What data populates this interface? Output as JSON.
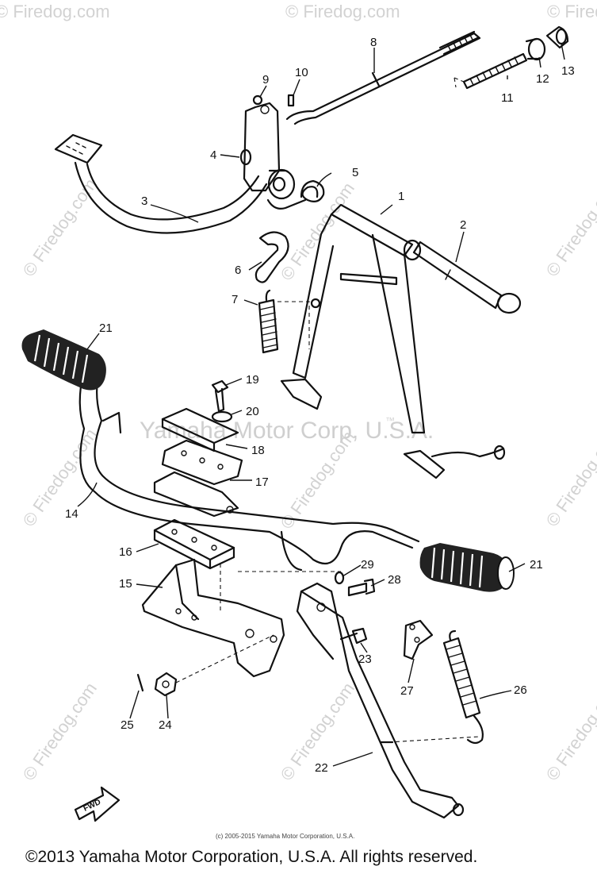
{
  "diagram": {
    "watermark_text": "© Firedog.com",
    "center_watermark": "Yamaha Motor Corp, U.S.A.",
    "trademark": "™",
    "small_copyright": "(c) 2005-2015 Yamaha Motor Corporation, U.S.A.",
    "footer_copyright": "©2013 Yamaha Motor Corporation, U.S.A. All rights reserved.",
    "fwd_label": "FWD",
    "callouts": [
      "1",
      "2",
      "3",
      "4",
      "5",
      "6",
      "7",
      "8",
      "9",
      "10",
      "11",
      "12",
      "13",
      "14",
      "15",
      "16",
      "17",
      "18",
      "19",
      "20",
      "21",
      "21",
      "22",
      "23",
      "24",
      "25",
      "26",
      "27",
      "28",
      "29"
    ]
  }
}
